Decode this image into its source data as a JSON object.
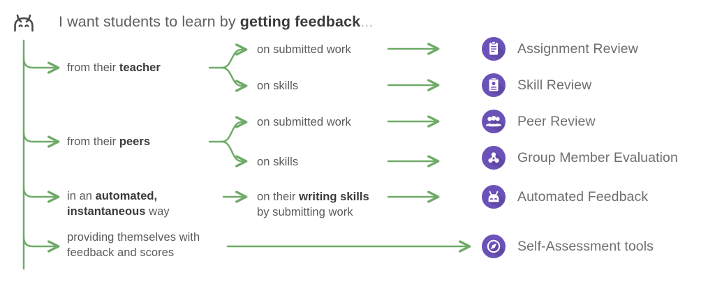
{
  "theme": {
    "background": "#ffffff",
    "connector_green": "#6faa68",
    "icon_purple": "#6b52b8",
    "icon_purple_light": "#7a5fc4",
    "text_gray": "#5a5a5a",
    "text_bold_gray": "#3a3a3a",
    "outcome_label_gray": "#6e6e6e",
    "ellipsis_gray": "#bdbdbd"
  },
  "header": {
    "icon": "bot-head-icon",
    "text_before": "I want students to learn by ",
    "text_bold": "getting feedback",
    "ellipsis": "..."
  },
  "branches": [
    {
      "id": "teacher",
      "text_before": "from their ",
      "text_bold": "teacher",
      "text_after": ""
    },
    {
      "id": "peers",
      "text_before": "from their ",
      "text_bold": "peers",
      "text_after": ""
    },
    {
      "id": "automated",
      "line1_before": "in an ",
      "line1_bold": "automated,",
      "line2_bold": "instantaneous",
      "line2_after": " way"
    },
    {
      "id": "self",
      "line1": "providing themselves with",
      "line2": "feedback and scores"
    }
  ],
  "middle": [
    {
      "id": "teacher-submitted",
      "text": "on submitted work"
    },
    {
      "id": "teacher-skills",
      "text": "on skills"
    },
    {
      "id": "peers-submitted",
      "text": "on submitted work"
    },
    {
      "id": "peers-skills",
      "text": "on skills"
    },
    {
      "id": "automated-writing",
      "line1_before": "on their ",
      "line1_bold": "writing skills",
      "line2": "by submitting work"
    }
  ],
  "outcomes": [
    {
      "id": "assignment-review",
      "label": "Assignment Review",
      "icon": "clipboard-icon"
    },
    {
      "id": "skill-review",
      "label": "Skill Review",
      "icon": "id-badge-icon"
    },
    {
      "id": "peer-review",
      "label": "Peer Review",
      "icon": "people-group-icon"
    },
    {
      "id": "group-member-eval",
      "label": "Group Member Evaluation",
      "icon": "network-nodes-icon"
    },
    {
      "id": "automated-feedback",
      "label": "Automated Feedback",
      "icon": "bot-head-icon"
    },
    {
      "id": "self-assessment",
      "label": "Self-Assessment tools",
      "icon": "compass-icon"
    }
  ]
}
